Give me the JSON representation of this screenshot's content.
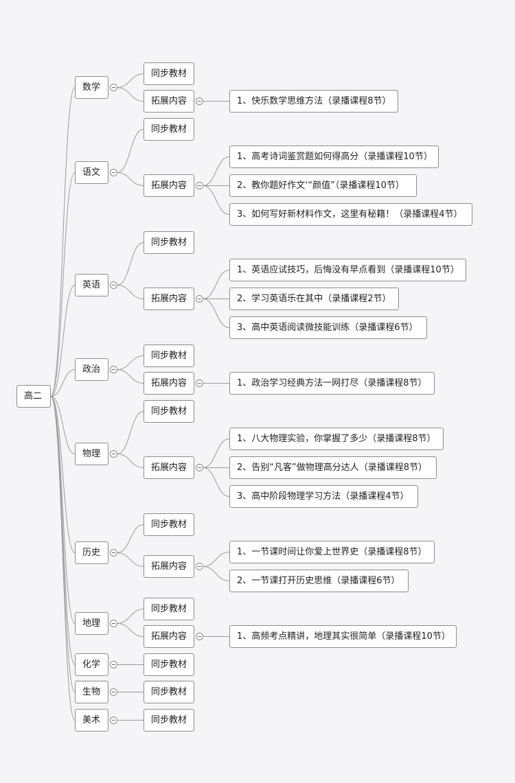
{
  "root": "高二",
  "subjects": [
    {
      "name": "数学",
      "children": [
        {
          "label": "同步教材"
        },
        {
          "label": "拓展内容",
          "items": [
            "1、快乐数学思维方法（录播课程8节）"
          ]
        }
      ]
    },
    {
      "name": "语文",
      "children": [
        {
          "label": "同步教材"
        },
        {
          "label": "拓展内容",
          "items": [
            "1、高考诗词鉴赏题如何得高分（录播课程10节）",
            "2、教你题好作文‘“颜值”（录播课程10节）",
            "3、如何写好新材料作文，这里有秘籍！（录播课程4节）"
          ]
        }
      ]
    },
    {
      "name": "英语",
      "children": [
        {
          "label": "同步教材"
        },
        {
          "label": "拓展内容",
          "items": [
            "1、英语应试技巧，后悔没有早点看到（录播课程10节）",
            "2、学习英语乐在其中（录播课程2节）",
            "3、高中英语阅读微技能训练（录播课程6节）"
          ]
        }
      ]
    },
    {
      "name": "政治",
      "children": [
        {
          "label": "同步教材"
        },
        {
          "label": "拓展内容",
          "items": [
            "1、政治学习经典方法一网打尽（录播课程8节）"
          ]
        }
      ]
    },
    {
      "name": "物理",
      "children": [
        {
          "label": "同步教材"
        },
        {
          "label": "拓展内容",
          "items": [
            "1、八大物理实验，你掌握了多少（录播课程8节）",
            "2、告别“凡客”做物理高分达人（录播课程8节）",
            "3、高中阶段物理学习方法（录播课程4节）"
          ]
        }
      ]
    },
    {
      "name": "历史",
      "children": [
        {
          "label": "同步教材"
        },
        {
          "label": "拓展内容",
          "items": [
            "1、一节课时间让你爱上世界史（录播课程8节）",
            "2、一节课打开历史思维（录播课程6节）"
          ]
        }
      ]
    },
    {
      "name": "地理",
      "children": [
        {
          "label": "同步教材"
        },
        {
          "label": "拓展内容",
          "items": [
            "1、高频考点精讲，地理其实很简单（录播课程10节）"
          ]
        }
      ]
    },
    {
      "name": "化学",
      "children": [
        {
          "label": "同步教材"
        }
      ]
    },
    {
      "name": "生物",
      "children": [
        {
          "label": "同步教材"
        }
      ]
    },
    {
      "name": "美术",
      "children": [
        {
          "label": "同步教材"
        }
      ]
    }
  ]
}
